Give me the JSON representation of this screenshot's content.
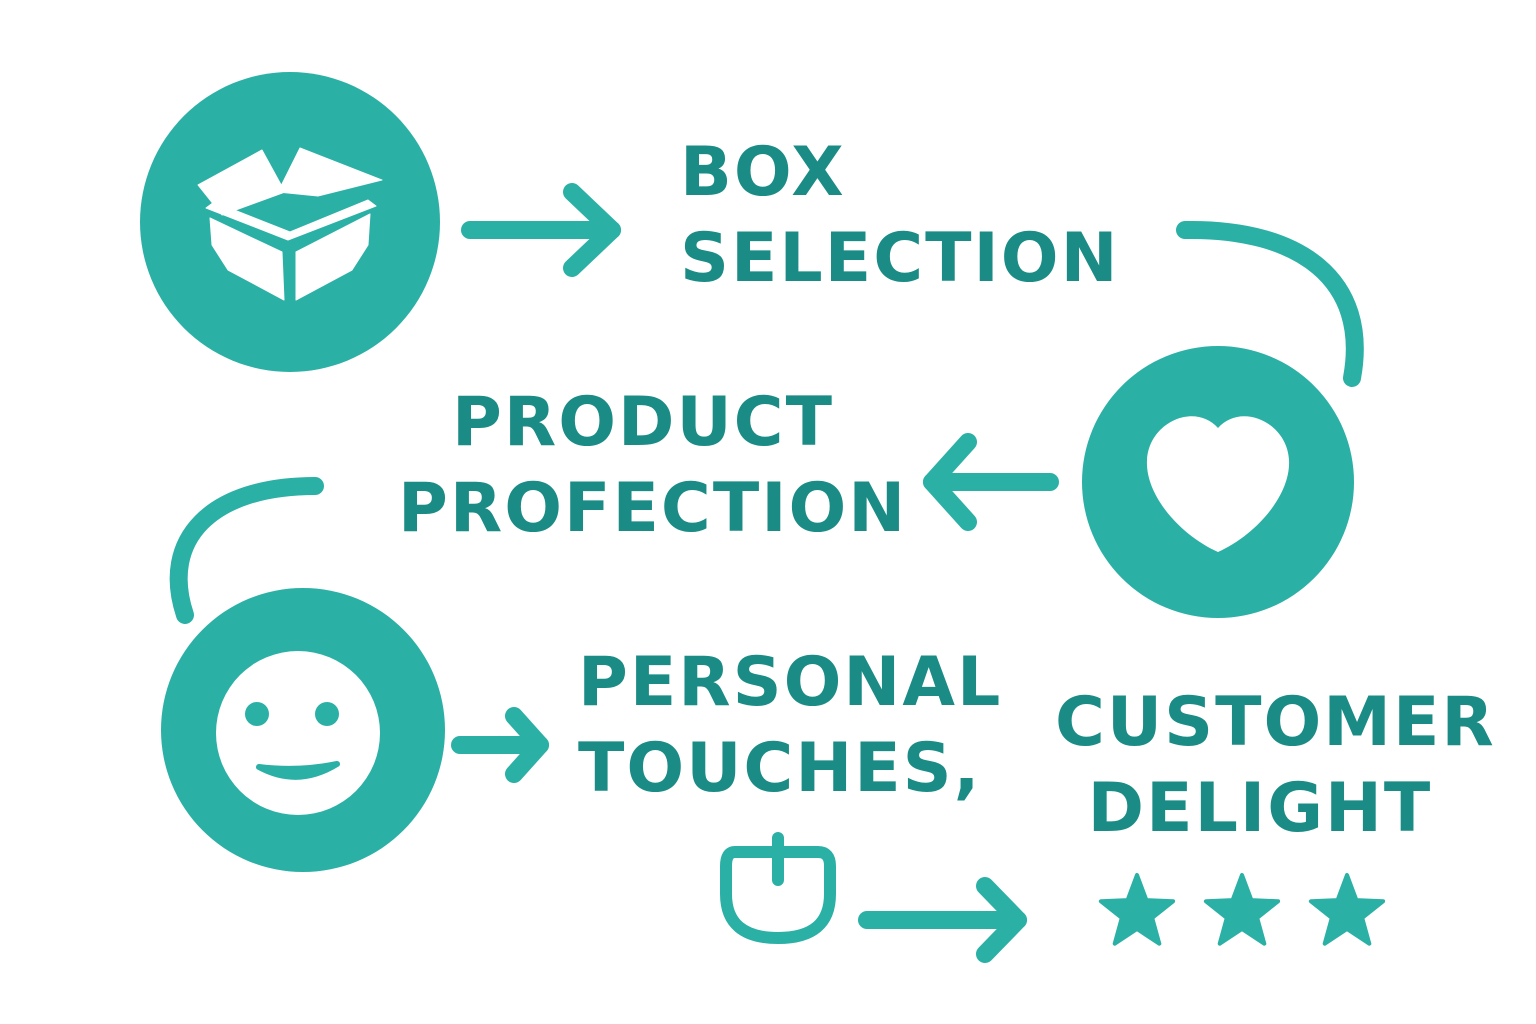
{
  "colors": {
    "accent": "#2bb0a6",
    "text": "#1a8c85",
    "background": "#ffffff"
  },
  "steps": [
    {
      "icon": "box-icon",
      "label_lines": [
        "BOX",
        "SELECTION"
      ]
    },
    {
      "icon": "heart-icon",
      "label_lines": [
        "PRODUCT",
        "PROFECTION"
      ]
    },
    {
      "icon": "smiley-icon",
      "label_lines": [
        "PERSONAL",
        "TOUCHES,"
      ]
    },
    {
      "icon": "gift-tag-icon",
      "label_lines": [
        "CUSTOMER",
        "DELIGHT"
      ]
    }
  ],
  "rating": {
    "stars": 3
  }
}
